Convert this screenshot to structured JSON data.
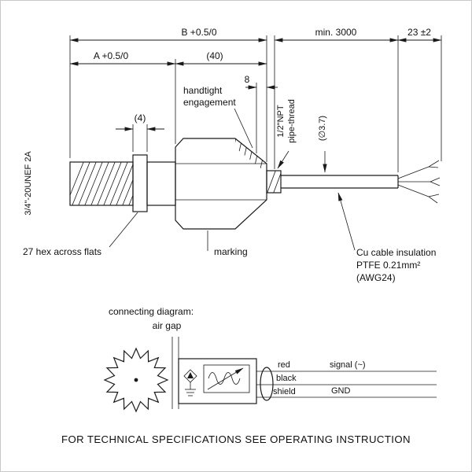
{
  "dimensions": {
    "b": "B +0.5/0",
    "a": "A +0.5/0",
    "forty": "(40)",
    "min_cable": "min. 3000",
    "strip": "23 ±2",
    "eight": "8",
    "four": "(4)"
  },
  "labels": {
    "handtight_line1": "handtight",
    "handtight_line2": "engagement",
    "npt_line1": "1/2\"NPT",
    "npt_line2": "pipe-thread",
    "cable_dia": "(∅3.7)",
    "unef_thread": "3/4\"-20UNEF 2A",
    "hex_flats": "27 hex across flats",
    "marking": "marking",
    "cable_line1": "Cu cable insulation",
    "cable_line2": "PTFE 0.21mm²",
    "cable_line3": "(AWG24)"
  },
  "connecting": {
    "title": "connecting diagram:",
    "air_gap": "air gap",
    "wire_red": "red",
    "wire_black": "black",
    "wire_shield": "shield",
    "signal": "signal (~)",
    "gnd": "GND"
  },
  "footer": "FOR TECHNICAL SPECIFICATIONS SEE OPERATING INSTRUCTION",
  "colors": {
    "line": "#1a1a1a",
    "background": "#ffffff"
  }
}
